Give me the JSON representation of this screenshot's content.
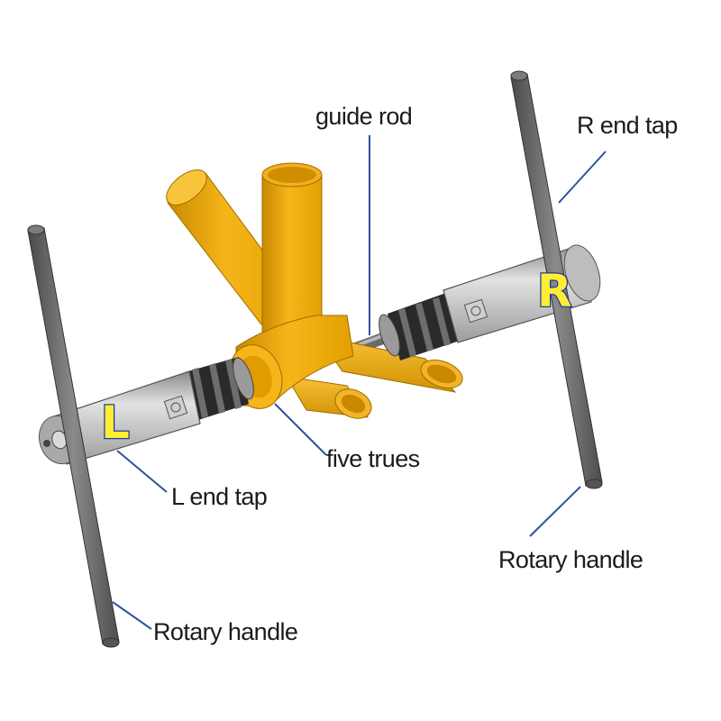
{
  "labels": {
    "guide_rod": "guide rod",
    "r_end_tap": "R end tap",
    "l_end_tap": "L end tap",
    "five_trues": "five trues",
    "rotary_handle_right": "Rotary handle",
    "rotary_handle_left": "Rotary handle"
  },
  "end_letters": {
    "left": "L",
    "right": "R"
  },
  "colors": {
    "tube": "#f2ae0c",
    "tube_dark": "#b97a00",
    "tap_body": "#bfbfbf",
    "handle": "#6b6b6b",
    "letter_fill": "#ffee33",
    "letter_stroke": "#233a9a",
    "leader": "#3050a0"
  }
}
